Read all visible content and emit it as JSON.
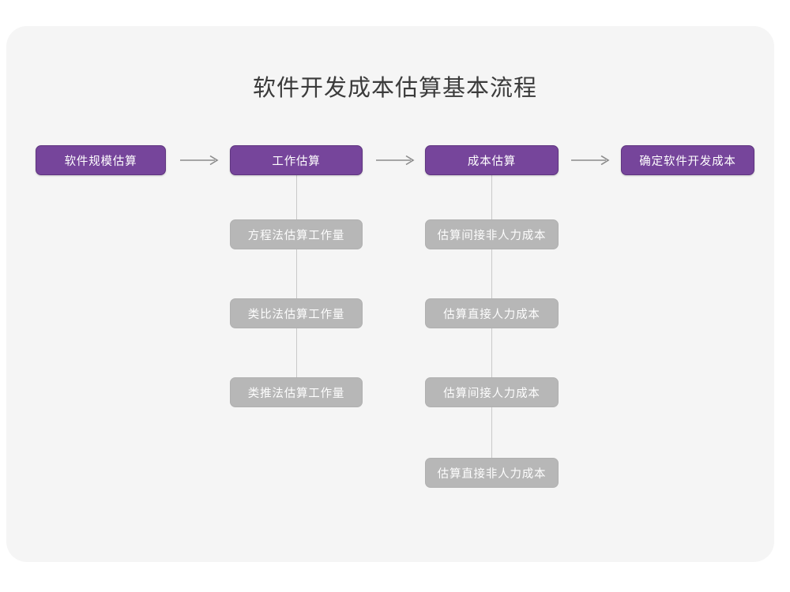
{
  "page": {
    "title": "软件开发成本估算基本流程",
    "background_color": "#ffffff",
    "card_color": "#f5f5f5",
    "primary_color": "#76459b",
    "secondary_color": "#b7b7b7",
    "connector_color": "#c9c9c9",
    "title_color": "#3b3b3b"
  },
  "flow": {
    "main_steps": [
      {
        "label": "软件规模估算"
      },
      {
        "label": "工作估算"
      },
      {
        "label": "成本估算"
      },
      {
        "label": "确定软件开发成本"
      }
    ],
    "arrows": [
      {
        "name": "arrow-1",
        "glyph": "→"
      },
      {
        "name": "arrow-2",
        "glyph": "→"
      },
      {
        "name": "arrow-3",
        "glyph": "→"
      }
    ],
    "sub_steps_work": [
      {
        "label": "方程法估算工作量"
      },
      {
        "label": "类比法估算工作量"
      },
      {
        "label": "类推法估算工作量"
      }
    ],
    "sub_steps_cost": [
      {
        "label": "估算间接非人力成本"
      },
      {
        "label": "估算直接人力成本"
      },
      {
        "label": "估算间接人力成本"
      },
      {
        "label": "估算直接非人力成本"
      }
    ]
  }
}
